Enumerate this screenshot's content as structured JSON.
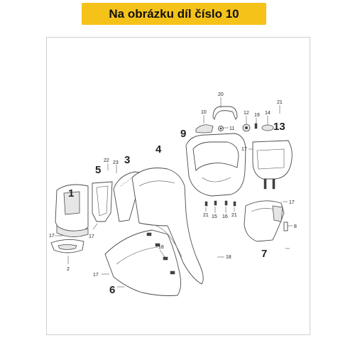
{
  "banner": {
    "text": "Na obrázku díl číslo 10",
    "color": "#f5c21a"
  },
  "callouts": {
    "p1": "1",
    "p2": "2",
    "p3": "3",
    "p4": "4",
    "p5": "5",
    "p6": "6",
    "p7": "7",
    "p8": "8",
    "p9": "9",
    "p10": "10",
    "p11": "11",
    "p12": "12",
    "p13": "13",
    "p14": "14",
    "p15": "15",
    "p16": "16",
    "p17": "17",
    "p18": "18",
    "p19": "19",
    "p20": "20",
    "p21": "21",
    "p22": "22",
    "p23": "23"
  }
}
